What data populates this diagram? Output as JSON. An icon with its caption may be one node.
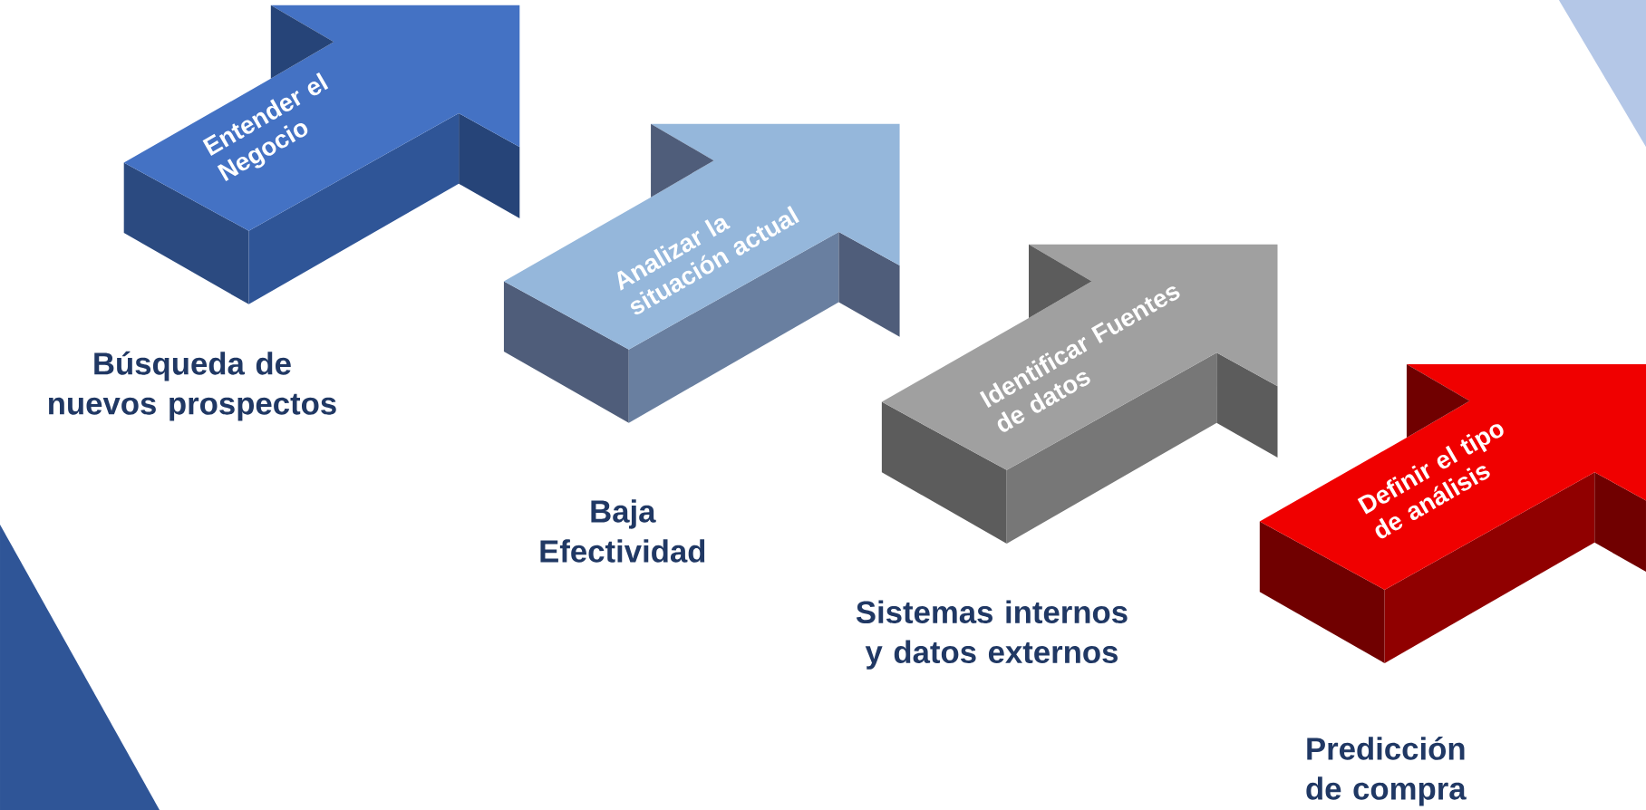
{
  "diagram": {
    "nodes": [
      {
        "text": [
          "Entender el Negocio"
        ],
        "beside": [
          "Búsqueda de nuevos prospectos"
        ]
      },
      {
        "text": [
          "Analizar la situación actual"
        ],
        "beside": [
          "Baja Efectividad"
        ]
      },
      {
        "text": [
          "Identificar Fuentes de datos"
        ],
        "beside": [
          "Sistemas internos y datos externos"
        ]
      },
      {
        "text": [
          "Definir el tipo de análisis"
        ],
        "beside": [
          "Predicción de compra"
        ]
      }
    ]
  }
}
